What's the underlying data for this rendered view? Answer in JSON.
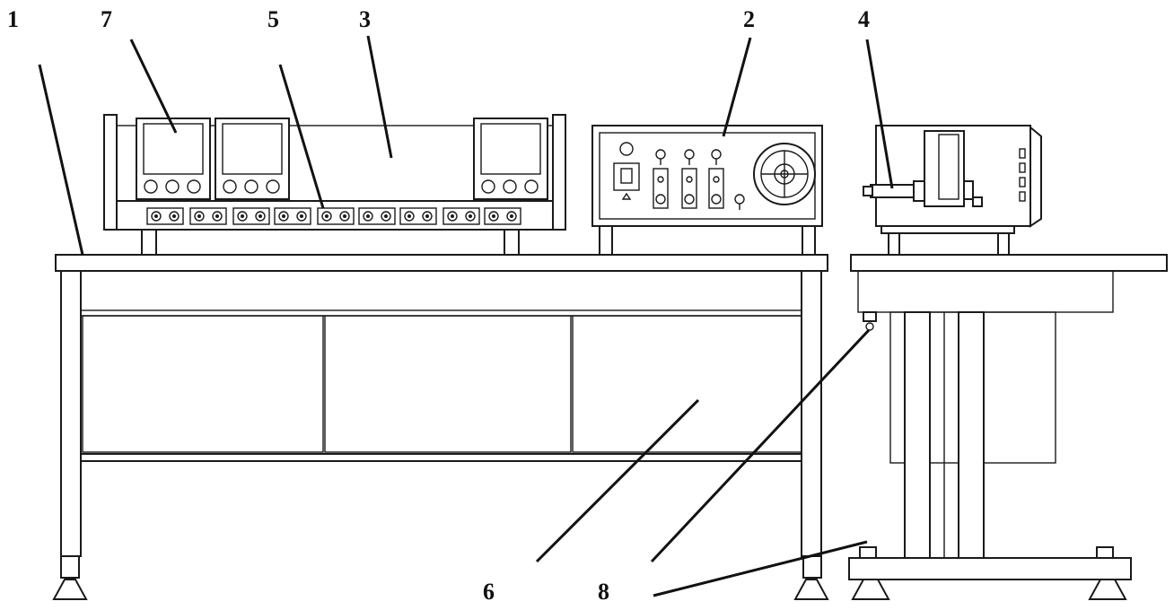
{
  "labels": {
    "l1": "1",
    "l7": "7",
    "l5": "5",
    "l3": "3",
    "l2": "2",
    "l4": "4",
    "l6": "6",
    "l8": "8"
  },
  "colors": {
    "line": "#1a1a1a",
    "background": "#ffffff"
  }
}
